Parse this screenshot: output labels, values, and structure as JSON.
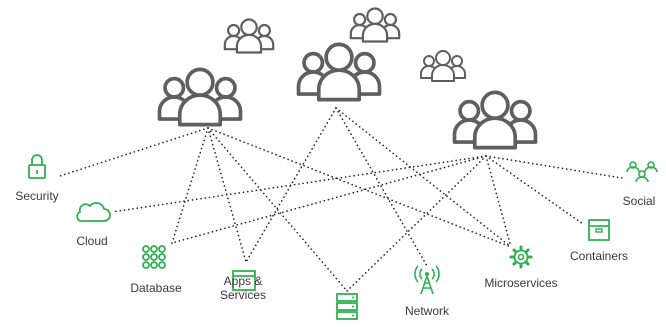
{
  "colors": {
    "user_icon": "#5f5f5f",
    "resource_icon": "#2fb152",
    "connector": "#222222",
    "label_text": "#3a3a3a",
    "background": "#ffffff"
  },
  "user_groups": [
    {
      "id": "group-1",
      "icon": "users-icon"
    },
    {
      "id": "group-2",
      "icon": "users-icon"
    },
    {
      "id": "group-3",
      "icon": "users-icon"
    },
    {
      "id": "group-4",
      "icon": "users-icon"
    },
    {
      "id": "group-5",
      "icon": "users-icon"
    },
    {
      "id": "group-6",
      "icon": "users-icon"
    }
  ],
  "resources": [
    {
      "id": "security",
      "label": "Security",
      "icon": "lock-icon"
    },
    {
      "id": "cloud",
      "label": "Cloud",
      "icon": "cloud-icon"
    },
    {
      "id": "database",
      "label": "Database",
      "icon": "grid-icon"
    },
    {
      "id": "apps",
      "label": "Apps & Services",
      "icon": "window-icon"
    },
    {
      "id": "servers",
      "label": "",
      "icon": "server-icon"
    },
    {
      "id": "network",
      "label": "Network",
      "icon": "antenna-icon"
    },
    {
      "id": "microservices",
      "label": "Microservices",
      "icon": "gear-icon"
    },
    {
      "id": "containers",
      "label": "Containers",
      "icon": "box-icon"
    },
    {
      "id": "social",
      "label": "Social",
      "icon": "social-icon"
    }
  ],
  "connections": [
    [
      "group-4",
      "security"
    ],
    [
      "group-4",
      "database"
    ],
    [
      "group-4",
      "apps"
    ],
    [
      "group-4",
      "servers"
    ],
    [
      "group-4",
      "microservices"
    ],
    [
      "group-5",
      "apps"
    ],
    [
      "group-5",
      "network"
    ],
    [
      "group-5",
      "microservices"
    ],
    [
      "group-6",
      "cloud"
    ],
    [
      "group-6",
      "database"
    ],
    [
      "group-6",
      "servers"
    ],
    [
      "group-6",
      "microservices"
    ],
    [
      "group-6",
      "containers"
    ],
    [
      "group-6",
      "social"
    ]
  ]
}
